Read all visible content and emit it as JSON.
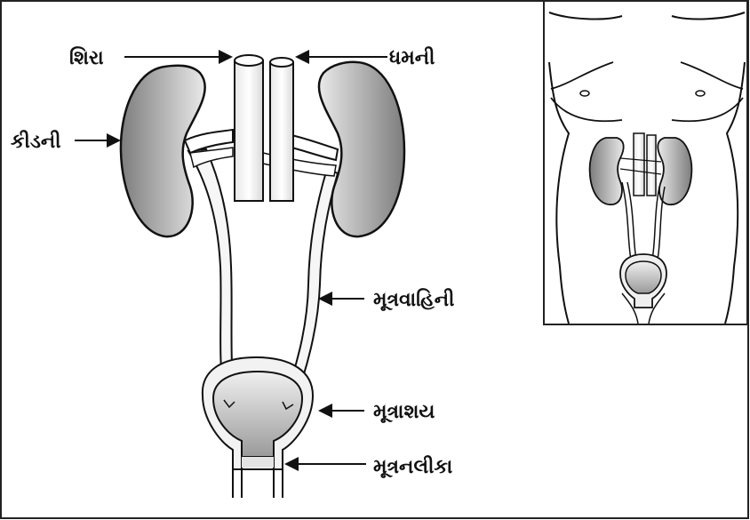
{
  "labels": {
    "vein": "શિરા",
    "artery": "ધમની",
    "kidney": "કીડની",
    "ureter": "મૂત્રવાહિની",
    "bladder": "મૂત્રાશય",
    "urethra": "મૂત્રનલીકા"
  },
  "colors": {
    "organ_dark": "#808080",
    "organ_light": "#f2f2f2",
    "outline": "#111111",
    "background": "#ffffff"
  }
}
